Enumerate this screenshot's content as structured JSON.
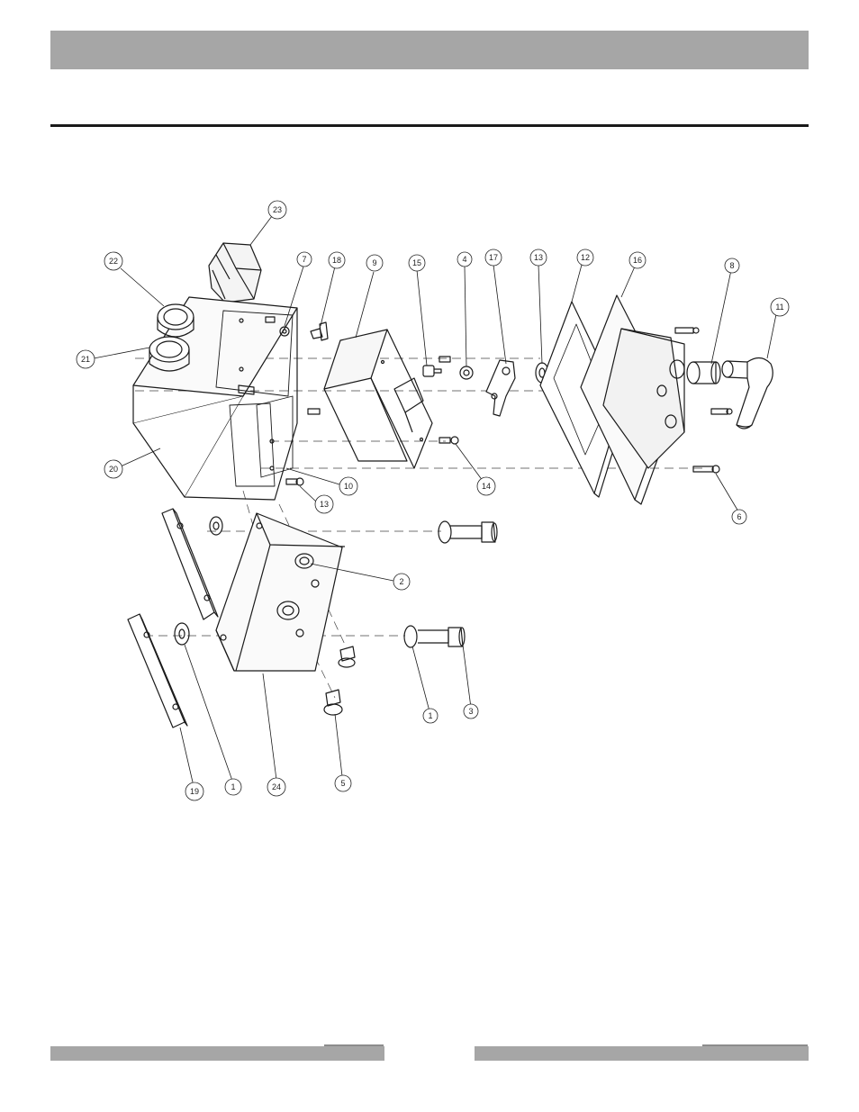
{
  "diagram": {
    "callouts": [
      {
        "id": "c23",
        "label": "23"
      },
      {
        "id": "c22",
        "label": "22"
      },
      {
        "id": "c7",
        "label": "7"
      },
      {
        "id": "c18a",
        "label": "18"
      },
      {
        "id": "c9",
        "label": "9"
      },
      {
        "id": "c15",
        "label": "15"
      },
      {
        "id": "c4",
        "label": "4"
      },
      {
        "id": "c17",
        "label": "17"
      },
      {
        "id": "c13a",
        "label": "13"
      },
      {
        "id": "c12",
        "label": "12"
      },
      {
        "id": "c16",
        "label": "16"
      },
      {
        "id": "c8",
        "label": "8"
      },
      {
        "id": "c11",
        "label": "11"
      },
      {
        "id": "c21",
        "label": "21"
      },
      {
        "id": "c20",
        "label": "20"
      },
      {
        "id": "c10",
        "label": "10"
      },
      {
        "id": "c13b",
        "label": "13"
      },
      {
        "id": "c14",
        "label": "14"
      },
      {
        "id": "c6",
        "label": "6"
      },
      {
        "id": "c2",
        "label": "2"
      },
      {
        "id": "c1a",
        "label": "1"
      },
      {
        "id": "c3",
        "label": "3"
      },
      {
        "id": "c5",
        "label": "5"
      },
      {
        "id": "c19",
        "label": "19"
      },
      {
        "id": "c1b",
        "label": "1"
      },
      {
        "id": "c24",
        "label": "24"
      }
    ]
  }
}
